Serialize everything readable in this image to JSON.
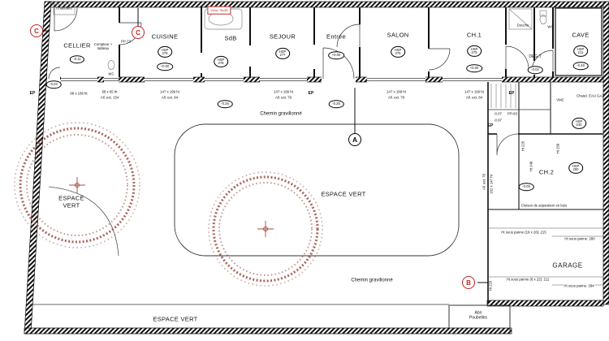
{
  "shared": {
    "hsp": "HSP",
    "ep": "EP"
  },
  "markers": {
    "a": "A",
    "b": "B",
    "c": "C"
  },
  "rooms": {
    "chaudiere": {
      "name": "Chaudière"
    },
    "cellier": {
      "name": "CELLIER",
      "level": "-0.11"
    },
    "cellier_wc": {
      "name": "WC"
    },
    "cuisine": {
      "name": "CUISINE",
      "hsp": "279",
      "level": "+0.00"
    },
    "sdb": {
      "name": "SdB",
      "hsp": "278"
    },
    "sejour": {
      "name": "SEJOUR",
      "hsp": "277"
    },
    "entree": {
      "name": "Entrée",
      "level": "+0.00"
    },
    "salon": {
      "name": "SALON",
      "hsp": "275"
    },
    "ch1": {
      "name": "CH.1",
      "hsp": "275",
      "level": "+0.00"
    },
    "douche": {
      "name": "Douche"
    },
    "wc": {
      "name": "WC"
    },
    "degt": {
      "name": "DEG.T",
      "level": "-0.02"
    },
    "cave": {
      "name": "CAVE",
      "hsp": "211",
      "level": "-0.49"
    },
    "ch2": {
      "name": "CH.2",
      "hsp": "250",
      "level": "-0.05"
    },
    "hall": {
      "hsp": "240"
    },
    "garage": {
      "name": "GARAGE"
    },
    "abri": {
      "line1": "Abri",
      "line2": "Poubelles"
    }
  },
  "outdoor": {
    "espace_vert": "ESPACE VERT",
    "chemin": "Chemin gravillonné"
  },
  "dimensions": {
    "cellier_win": "88 x 186 ht",
    "cellier_level": "-0.02",
    "wc_win": "58 x 65 ht",
    "wc_allege": "All. ext. 154",
    "cuisine_win": "147 x 199 ht",
    "cuisine_allege": "All. ext. 84",
    "sejour_win": "147 x 199 ht",
    "sejour_allege": "All. ext. 79",
    "salon_win": "147 x 199 ht",
    "salon_allege": "All. ext. 78",
    "ch1_win": "147 x 199 ht",
    "ch1_allege": "All. ext. 84",
    "seuil": "-0.26",
    "ch2_win": "162 x 147 ht",
    "ch2_allege": "All. ext. 70"
  },
  "annotations": {
    "compteur": "Compteur + tableau",
    "pp73": "PP-73",
    "pp83": "PP-83",
    "velux": "Velux 78x98",
    "vmc": "VMC",
    "chaud": "Chaud. EAU GAZ",
    "m007": "-0.07",
    "m097": "-0.97",
    "ht225": "Ht 225",
    "ht240": "Ht 240",
    "ht250": "Ht 250",
    "cloison": "Cloison de séparation en bois",
    "panne1": "Ht sous panne (19 x 26): 215",
    "panne2": "Ht sous panne: 280",
    "panne3": "Ht sous panne (8 x 22): 211",
    "panne4": "Ht sous panne: 284"
  },
  "colors": {
    "tree": "#9a4b41",
    "marker_red": "#c22525",
    "wall": "#111111"
  }
}
